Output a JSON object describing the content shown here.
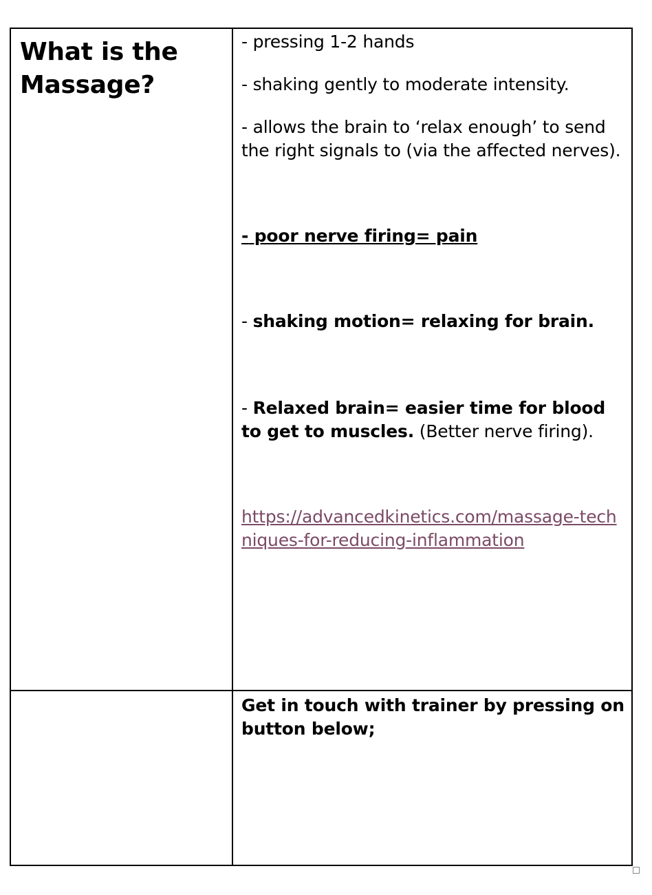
{
  "table": {
    "row1": {
      "left_heading_line1": "What is the",
      "left_heading_line2": "Massage?",
      "items": {
        "item1": "- pressing 1-2 hands",
        "item2": "- shaking gently to moderate intensity.",
        "item3": "- allows the brain to ‘relax enough’ to send the right signals to (via the affected nerves).",
        "item4_dash": "-",
        "item4_bold": " poor nerve firing= pain",
        "item5_dash": "- ",
        "item5_bold": "shaking motion= relaxing for brain.",
        "item6_dash": "- ",
        "item6_bold": "Relaxed brain= easier time for blood to get to muscles.",
        "item6_normal": " (Better nerve firing).",
        "link": "https://advancedkinetics.com/massage-techniques-for-reducing-inflammation"
      }
    },
    "row2": {
      "contact_text": "Get in touch with trainer by pressing on button below;"
    }
  },
  "colors": {
    "link": "#7b4a66",
    "border": "#000000"
  }
}
